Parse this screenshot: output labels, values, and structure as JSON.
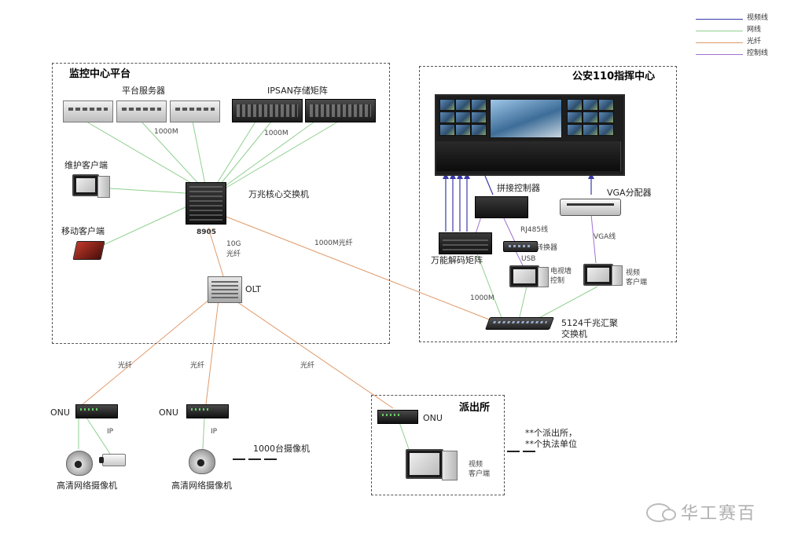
{
  "legend": [
    {
      "label": "视频线",
      "color": "#3a3aa8"
    },
    {
      "label": "网线",
      "color": "#8fd08f"
    },
    {
      "label": "光纤",
      "color": "#e09a6a"
    },
    {
      "label": "控制线",
      "color": "#a070d0"
    }
  ],
  "zones": {
    "monitor_center": "监控中心平台",
    "command_center": "公安110指挥中心",
    "police_station": "派出所"
  },
  "devices": {
    "platform_server": "平台服务器",
    "ipsan": "IPSAN存储矩阵",
    "maintenance_client": "维护客户端",
    "mobile_client": "移动客户端",
    "core_switch": "万兆核心交换机",
    "core_switch_model": "8905",
    "olt": "OLT",
    "splicing_controller": "拼接控制器",
    "vga_splitter": "VGA分配器",
    "decoder_matrix": "万能解码矩阵",
    "converter": "转换器",
    "keyboard_client_line1": "电视墙",
    "keyboard_client_line2": "控制",
    "video_client_line1": "视频",
    "video_client_line2": "客户端",
    "gigabit_switch_line1": "5124千兆汇聚",
    "gigabit_switch_line2": "交换机",
    "onu": "ONU",
    "hd_camera": "高清网络摄像机",
    "camera_count": "1000台摄像机",
    "station_client_line1": "视频",
    "station_client_line2": "客户端"
  },
  "links": {
    "server_link": "1000M",
    "storage_link": "1000M",
    "core_olt_line1": "10G",
    "core_olt_line2": "光纤",
    "core_gigabit": "1000M光纤",
    "rs485": "RJ485线",
    "usb": "USB",
    "vga_cable": "VGA线",
    "decoder_link": "1000M",
    "fiber": "光纤",
    "ip": "IP"
  },
  "notes": {
    "line1": "**个派出所，",
    "line2": "**个执法单位"
  },
  "watermark": "华工赛百"
}
